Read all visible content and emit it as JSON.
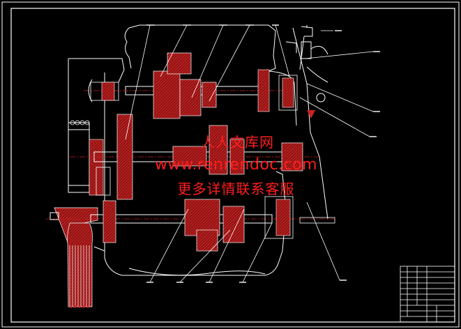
{
  "colors": {
    "background": "#000000",
    "frame": "#ffffff",
    "outline": "#ffffff",
    "section": "#cc2222",
    "leader": "#ffffff",
    "watermark": "#ff1e1e"
  },
  "watermark": {
    "line1": "人人文库网",
    "line2": "www.renrendoc.com",
    "line3": "更多详情联系客服"
  }
}
